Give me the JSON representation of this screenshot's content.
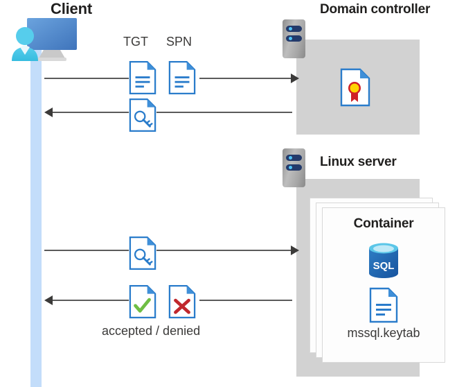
{
  "diagram": {
    "title_client": "Client",
    "domain_controller": {
      "label": "Domain controller",
      "icon": "certificate-document-icon"
    },
    "linux_server": {
      "label": "Linux server",
      "container": {
        "label": "Container",
        "sql_icon": "sql-database-icon",
        "keytab_label": "mssql.keytab",
        "keytab_icon": "document-icon"
      }
    },
    "flows": [
      {
        "id": "request",
        "direction": "right",
        "labels": [
          "TGT",
          "SPN"
        ],
        "icons": [
          "document-icon",
          "document-icon"
        ]
      },
      {
        "id": "ticket-response",
        "direction": "left",
        "labels": [],
        "icons": [
          "key-document-icon"
        ]
      },
      {
        "id": "ticket-present",
        "direction": "right",
        "labels": [],
        "icons": [
          "key-document-icon"
        ]
      },
      {
        "id": "auth-result",
        "direction": "left",
        "labels": [
          "accepted / denied"
        ],
        "icons": [
          "accepted-document-icon",
          "denied-document-icon"
        ]
      }
    ],
    "caption_result": "accepted / denied",
    "colors": {
      "lifeline": "#c3ddfa",
      "panel_gray": "#d2d2d2",
      "doc_blue": "#2a7ccb",
      "accent_green": "#6fbe44",
      "accent_red": "#c0272d",
      "cert_gold": "#ffd400",
      "cert_red": "#cf2027",
      "sql_blue": "#1b5fa8",
      "line": "#5a5a5a"
    }
  }
}
